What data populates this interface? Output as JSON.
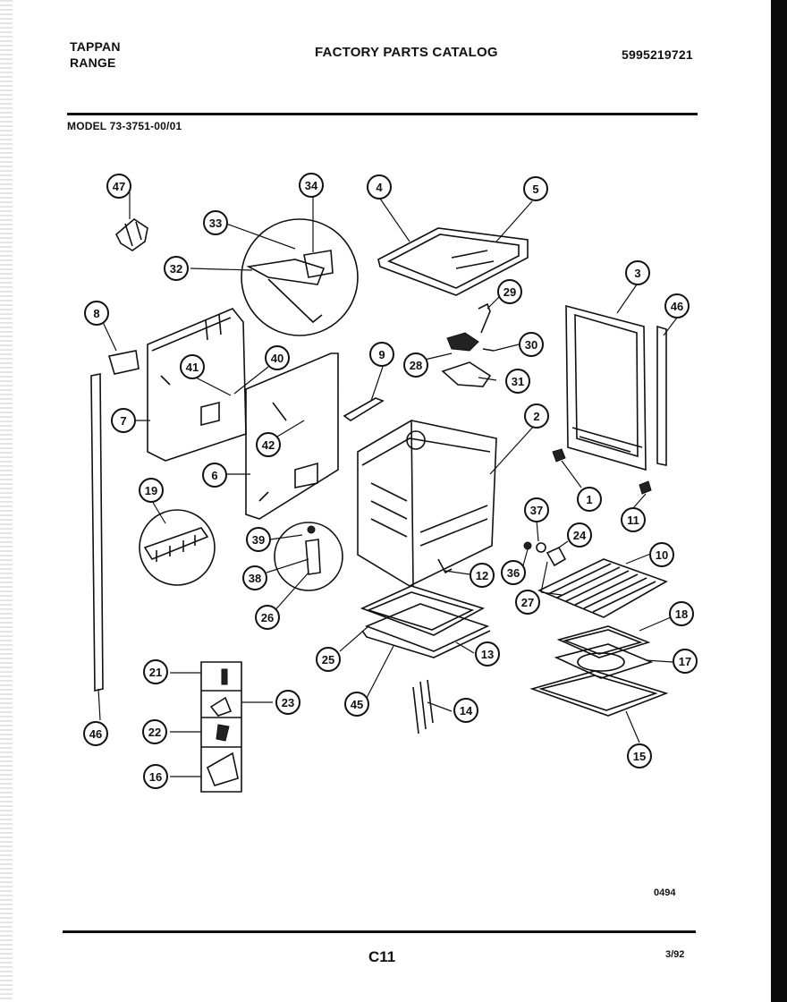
{
  "header": {
    "brand_line1": "TAPPAN",
    "brand_line2": "RANGE",
    "title": "FACTORY PARTS CATALOG",
    "part_number": "5995219721",
    "model": "MODEL 73-3751-00/01"
  },
  "footer": {
    "code": "0494",
    "page": "C11",
    "date": "3/92"
  },
  "callouts": [
    {
      "id": "c47",
      "label": "47"
    },
    {
      "id": "c34",
      "label": "34"
    },
    {
      "id": "c4",
      "label": "4"
    },
    {
      "id": "c5",
      "label": "5"
    },
    {
      "id": "c33",
      "label": "33"
    },
    {
      "id": "c32",
      "label": "32"
    },
    {
      "id": "c29",
      "label": "29"
    },
    {
      "id": "c3",
      "label": "3"
    },
    {
      "id": "c46a",
      "label": "46"
    },
    {
      "id": "c8",
      "label": "8"
    },
    {
      "id": "c30",
      "label": "30"
    },
    {
      "id": "c28",
      "label": "28"
    },
    {
      "id": "c40",
      "label": "40"
    },
    {
      "id": "c41",
      "label": "41"
    },
    {
      "id": "c9",
      "label": "9"
    },
    {
      "id": "c31",
      "label": "31"
    },
    {
      "id": "c7",
      "label": "7"
    },
    {
      "id": "c2",
      "label": "2"
    },
    {
      "id": "c42",
      "label": "42"
    },
    {
      "id": "c6",
      "label": "6"
    },
    {
      "id": "c1",
      "label": "1"
    },
    {
      "id": "c19",
      "label": "19"
    },
    {
      "id": "c37",
      "label": "37"
    },
    {
      "id": "c11",
      "label": "11"
    },
    {
      "id": "c39",
      "label": "39"
    },
    {
      "id": "c24",
      "label": "24"
    },
    {
      "id": "c10",
      "label": "10"
    },
    {
      "id": "c12",
      "label": "12"
    },
    {
      "id": "c36",
      "label": "36"
    },
    {
      "id": "c38",
      "label": "38"
    },
    {
      "id": "c27",
      "label": "27"
    },
    {
      "id": "c18",
      "label": "18"
    },
    {
      "id": "c26",
      "label": "26"
    },
    {
      "id": "c25",
      "label": "25"
    },
    {
      "id": "c13",
      "label": "13"
    },
    {
      "id": "c17",
      "label": "17"
    },
    {
      "id": "c21",
      "label": "21"
    },
    {
      "id": "c23",
      "label": "23"
    },
    {
      "id": "c45",
      "label": "45"
    },
    {
      "id": "c14",
      "label": "14"
    },
    {
      "id": "c22",
      "label": "22"
    },
    {
      "id": "c46b",
      "label": "46"
    },
    {
      "id": "c15",
      "label": "15"
    },
    {
      "id": "c16",
      "label": "16"
    }
  ]
}
